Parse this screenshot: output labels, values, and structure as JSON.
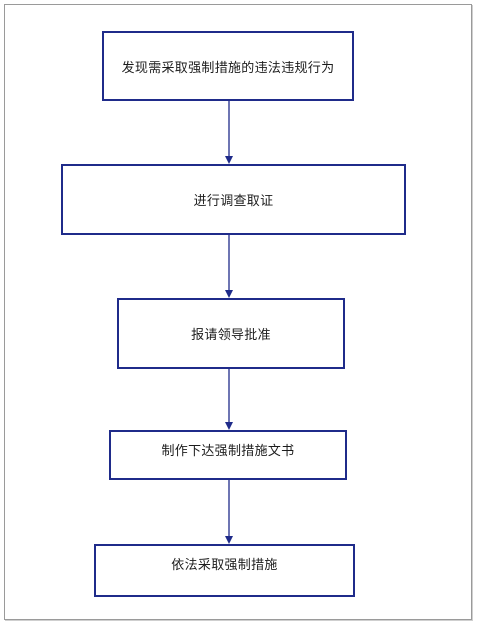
{
  "flowchart": {
    "steps": [
      "发现需采取强制措施的违法违规行为",
      "进行调查取证",
      "报请领导批准",
      "制作下达强制措施文书",
      "依法采取强制措施"
    ]
  },
  "colors": {
    "box_border": "#1f2b8a",
    "arrow": "#1f2b8a",
    "frame_border": "#9a9a9a",
    "text": "#1c1c1c"
  }
}
